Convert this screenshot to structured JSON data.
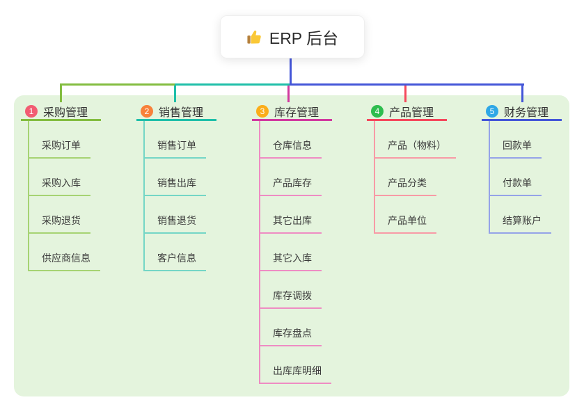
{
  "root": {
    "icon": "thumbs-up-icon",
    "title": "ERP 后台"
  },
  "branches": [
    {
      "number": "1",
      "title": "采购管理",
      "circle_color": "#f25c72",
      "line_color": "#83bd40",
      "sub_line_color": "#a6d373",
      "children": [
        "采购订单",
        "采购入库",
        "采购退货",
        "供应商信息"
      ]
    },
    {
      "number": "2",
      "title": "销售管理",
      "circle_color": "#f8813a",
      "line_color": "#1fbfa9",
      "sub_line_color": "#74d6c6",
      "children": [
        "销售订单",
        "销售出库",
        "销售退货",
        "客户信息"
      ]
    },
    {
      "number": "3",
      "title": "库存管理",
      "circle_color": "#fbad19",
      "line_color": "#d1399f",
      "sub_line_color": "#ee8cc3",
      "children": [
        "仓库信息",
        "产品库存",
        "其它出库",
        "其它入库",
        "库存调拨",
        "库存盘点",
        "出库库明细"
      ]
    },
    {
      "number": "4",
      "title": "产品管理",
      "circle_color": "#2ebd4e",
      "line_color": "#f5485c",
      "sub_line_color": "#f89aa6",
      "children": [
        "产品（物料）",
        "产品分类",
        "产品单位"
      ]
    },
    {
      "number": "5",
      "title": "财务管理",
      "circle_color": "#2ea7e6",
      "line_color": "#4456d8",
      "sub_line_color": "#95a3e8",
      "children": [
        "回款单",
        "付款单",
        "结算账户"
      ]
    }
  ],
  "connector": {
    "trunk_color": "#4456d8"
  },
  "canvas": {
    "panel_bg": "#e4f4dd",
    "page_bg": "#ffffff"
  }
}
